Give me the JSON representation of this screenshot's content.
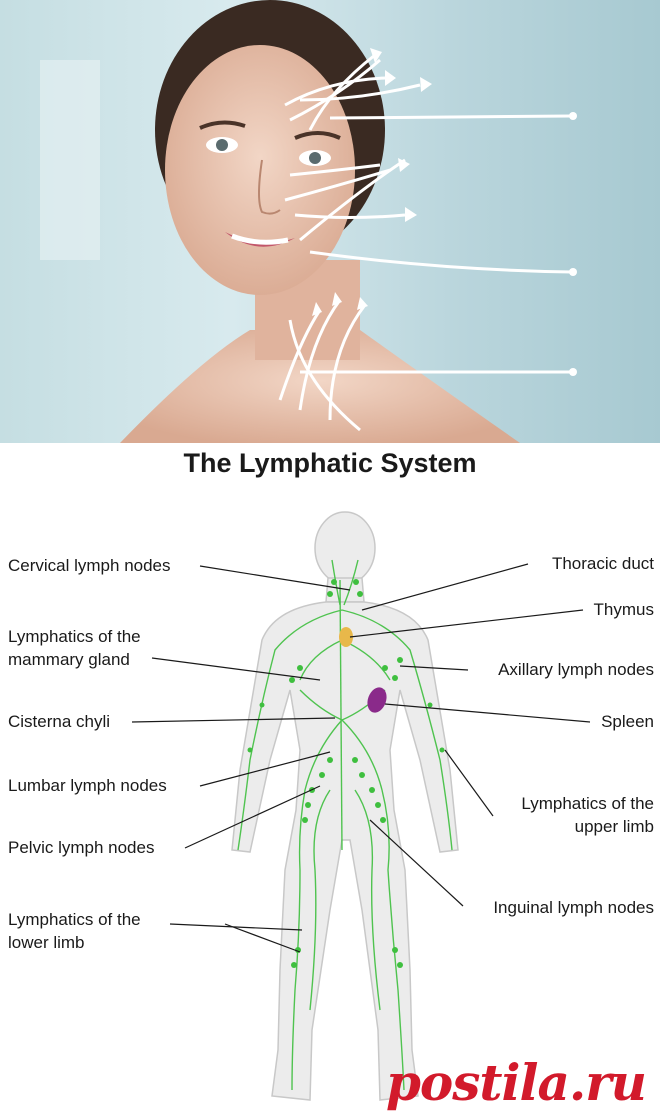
{
  "diagram": {
    "title": "The Lymphatic System",
    "labels_left": [
      {
        "id": "cervical",
        "text": "Cervical lymph nodes"
      },
      {
        "id": "mammary",
        "lines": [
          "Lymphatics of the",
          "mammary gland"
        ]
      },
      {
        "id": "cisterna",
        "text": "Cisterna chyli"
      },
      {
        "id": "lumbar",
        "text": "Lumbar lymph nodes"
      },
      {
        "id": "pelvic",
        "text": "Pelvic lymph nodes"
      },
      {
        "id": "lowerlimb",
        "lines": [
          "Lymphatics of the",
          "lower limb"
        ]
      }
    ],
    "labels_right": [
      {
        "id": "thoracic",
        "text": "Thoracic duct"
      },
      {
        "id": "thymus",
        "text": "Thymus"
      },
      {
        "id": "axillary",
        "text": "Axillary lymph nodes"
      },
      {
        "id": "spleen",
        "text": "Spleen"
      },
      {
        "id": "upperlimb",
        "lines": [
          "Lymphatics of the",
          "upper limb"
        ]
      },
      {
        "id": "inguinal",
        "text": "Inguinal lymph nodes"
      }
    ]
  },
  "colors": {
    "lymph": "#3fbf3f",
    "thymus": "#e8b84a",
    "spleen": "#8a2a8a",
    "watermark": "#d21a2b"
  },
  "watermark": "postila.ru"
}
